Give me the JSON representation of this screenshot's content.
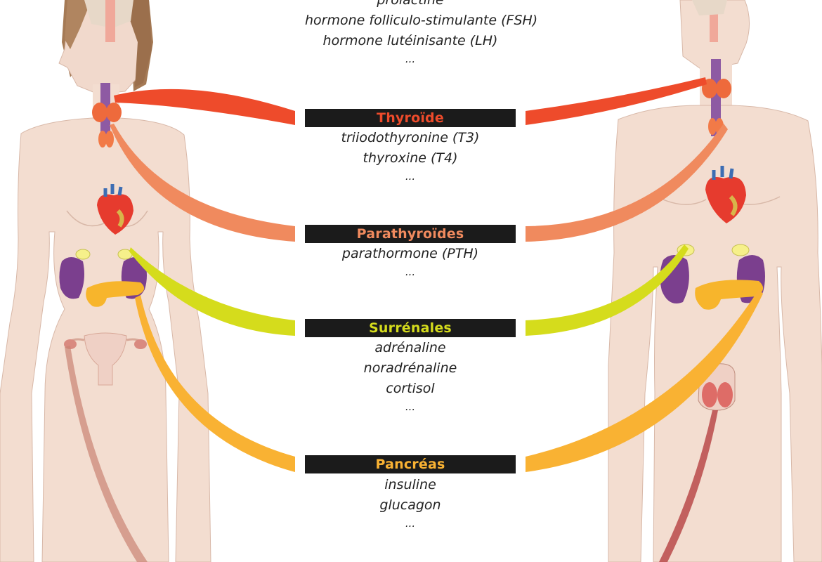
{
  "colors": {
    "thyroide": "#ee4b2b",
    "parathyroides": "#f08a5e",
    "surrenales": "#d5dc1c",
    "pancreas": "#f9b233",
    "gonads": "#c98374",
    "skin": "#f3ddd0",
    "bar": "#1b1b1b"
  },
  "top_hormones": [
    "prolactine",
    "hormone folliculo-stimulante (FSH)",
    "hormone lutéinisante (LH)",
    "..."
  ],
  "glands": [
    {
      "id": "thyroide",
      "title": "Thyroïde",
      "color": "#ee4b2b",
      "hormones": [
        "triiodothyronine (T3)",
        "thyroxine (T4)",
        "..."
      ]
    },
    {
      "id": "parathyroides",
      "title": "Parathyroïdes",
      "color": "#f08a5e",
      "hormones": [
        "parathormone (PTH)",
        "..."
      ]
    },
    {
      "id": "surrenales",
      "title": "Surrénales",
      "color": "#d5dc1c",
      "hormones": [
        "adrénaline",
        "noradrénaline",
        "cortisol",
        "..."
      ]
    },
    {
      "id": "pancreas",
      "title": "Pancréas",
      "color": "#f9b233",
      "hormones": [
        "insuline",
        "glucagon",
        "..."
      ]
    }
  ]
}
